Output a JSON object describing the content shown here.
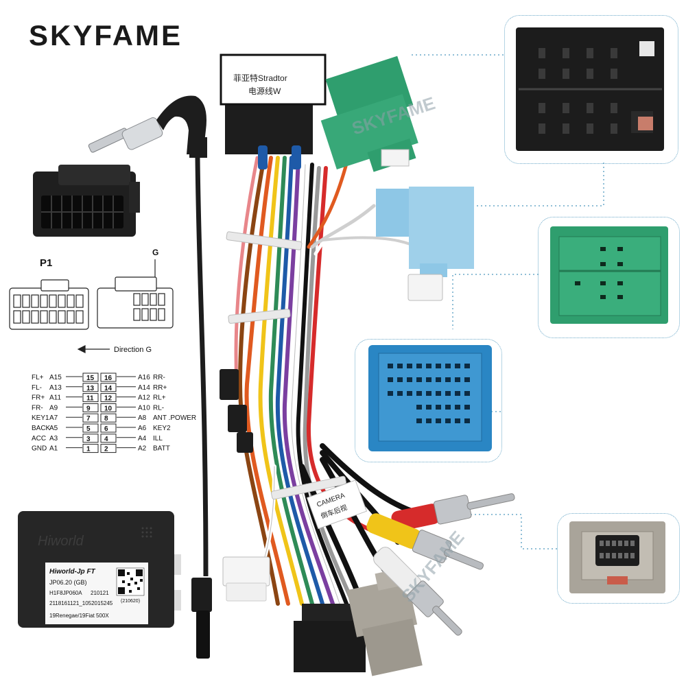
{
  "brand": {
    "logo_text": "SKYFAME",
    "watermark": "SKYFAME"
  },
  "diagram": {
    "p1_label": "P1",
    "g_label": "G",
    "direction_label": "Direction G",
    "pins_left": [
      {
        "name": "FL+",
        "code": "A15",
        "num": "15"
      },
      {
        "name": "FL-",
        "code": "A13",
        "num": "13"
      },
      {
        "name": "FR+",
        "code": "A11",
        "num": "11"
      },
      {
        "name": "FR-",
        "code": "A9",
        "num": "9"
      },
      {
        "name": "KEY1",
        "code": "A7",
        "num": "7"
      },
      {
        "name": "BACK",
        "code": "A5",
        "num": "5"
      },
      {
        "name": "ACC",
        "code": "A3",
        "num": "3"
      },
      {
        "name": "GND",
        "code": "A1",
        "num": "1"
      }
    ],
    "pins_right": [
      {
        "name": "RR-",
        "code": "A16",
        "num": "16"
      },
      {
        "name": "RR+",
        "code": "A14",
        "num": "14"
      },
      {
        "name": "RL+",
        "code": "A12",
        "num": "12"
      },
      {
        "name": "RL-",
        "code": "A10",
        "num": "10"
      },
      {
        "name": "ANT .POWER",
        "code": "A8",
        "num": "8"
      },
      {
        "name": "KEY2",
        "code": "A6",
        "num": "6"
      },
      {
        "name": "ILL",
        "code": "A4",
        "num": "4"
      },
      {
        "name": "BATT",
        "code": "A2",
        "num": "2"
      }
    ]
  },
  "canbus_box": {
    "brand_emboss": "Hiworld",
    "label_title": "Hiworld-Jp FT",
    "line1": "JP06.20 (GB)",
    "line2_a": "H1F8JP060A",
    "line2_b": "210121",
    "line3": "2118161121_1052015245",
    "qr_caption": "(210620)",
    "line4": "19Renegae/19Fiat 500X"
  },
  "power_tag": {
    "line1": "菲亚特Stradtor",
    "line2": "电源线W"
  },
  "camera_tag": {
    "line1": "CAMERA",
    "line2": "倒车后视"
  },
  "colors": {
    "panel_border": "#6aa8c8",
    "connector_black": "#1f1f1f",
    "connector_green": "#2f9e6e",
    "connector_light_blue": "#8ec7e6",
    "connector_blue": "#2a86c4",
    "connector_grey": "#a9a49a",
    "rca_red": "#d62b2b",
    "rca_yellow": "#f0c419",
    "rca_white": "#eeeeee"
  }
}
